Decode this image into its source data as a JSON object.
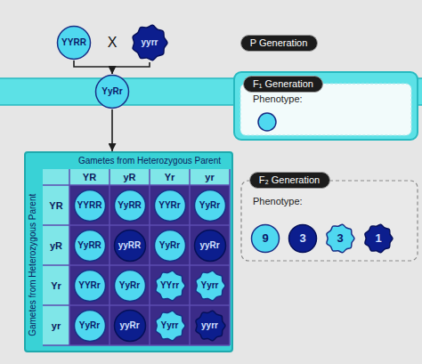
{
  "diagram": {
    "nodes": [
      {
        "text": [
          "YYRR"
        ]
      },
      {
        "text": [
          "yyrr"
        ]
      },
      {
        "text": [
          "P Generation"
        ]
      },
      {
        "text": [
          "YyRr"
        ]
      },
      {
        "text": [
          "Phenotype:"
        ]
      },
      {
        "text": [
          "F₁ Generation"
        ],
        "in": 4
      },
      {
        "text": [
          "Gametes from Heterozygous Parent",
          "Gametes from Heterozygous Parent"
        ]
      },
      {
        "text": [
          "YYRR"
        ],
        "in": 6
      },
      {
        "text": [
          "YyRR"
        ],
        "in": 6
      },
      {
        "text": [
          "YYRr"
        ],
        "in": 6
      },
      {
        "text": [
          "YyRr"
        ],
        "in": 6
      },
      {
        "text": [
          "YyRR"
        ],
        "in": 6
      },
      {
        "text": [
          "yyRR"
        ],
        "in": 6
      },
      {
        "text": [
          "YyRr"
        ],
        "in": 6
      },
      {
        "text": [
          "yyRr"
        ],
        "in": 6
      },
      {
        "text": [
          "YYRr"
        ],
        "in": 6
      },
      {
        "text": [
          "YyRr"
        ],
        "in": 6
      },
      {
        "text": [
          "YYrr"
        ],
        "in": 6
      },
      {
        "text": [
          "Yyrr"
        ],
        "in": 6
      },
      {
        "text": [
          "YyRr"
        ],
        "in": 6
      },
      {
        "text": [
          "yyRr"
        ],
        "in": 6
      },
      {
        "text": [
          "Yyrr"
        ],
        "in": 6
      },
      {
        "text": [
          "yyrr"
        ],
        "in": 6
      },
      {
        "text": [
          "Phenotype:"
        ]
      },
      {
        "text": [
          "F₂ Generation"
        ],
        "in": 23
      },
      {
        "text": [
          "9"
        ],
        "in": 23
      },
      {
        "text": [
          "3"
        ],
        "in": 23
      },
      {
        "text": [
          "3"
        ],
        "in": 23
      },
      {
        "text": [
          "1"
        ],
        "in": 23
      }
    ],
    "edges": [
      {
        "from": 0,
        "to": 3,
        "arrow": "to"
      },
      {
        "from": 1,
        "to": 3,
        "arrow": "to"
      },
      {
        "from": 3,
        "to": 6,
        "arrow": "to"
      }
    ],
    "labels": [
      "X",
      "YR",
      "yR",
      "Yr",
      "yr",
      "YR",
      "yR",
      "Yr",
      "yr"
    ]
  }
}
